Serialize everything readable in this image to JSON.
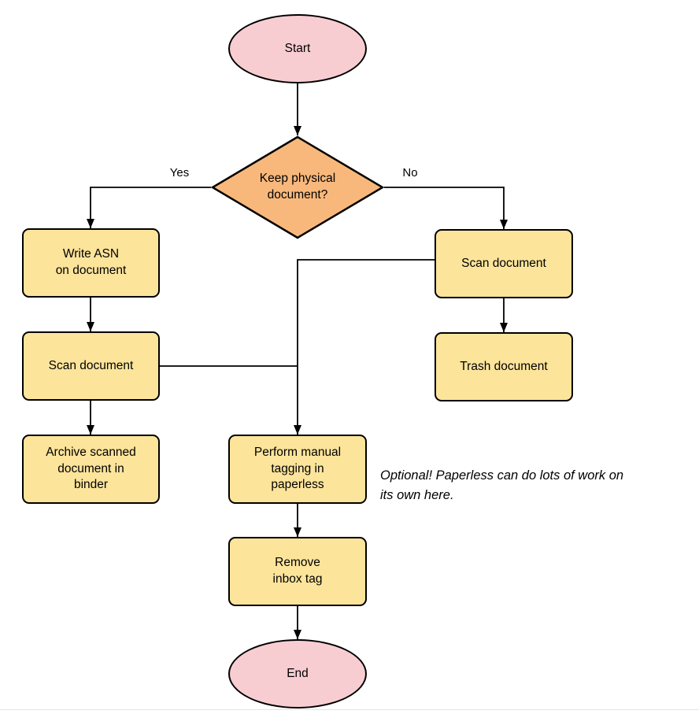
{
  "flowchart": {
    "colors": {
      "terminal_fill": "#F8CDD2",
      "decision_fill": "#F8B87C",
      "process_fill": "#FCE49B",
      "stroke": "#000000",
      "edge": "#000000"
    },
    "nodes": {
      "start": {
        "type": "terminal",
        "label": "Start"
      },
      "keep_physical": {
        "type": "decision",
        "label": "Keep physical\ndocument?"
      },
      "write_asn": {
        "type": "process",
        "label": "Write ASN\non document"
      },
      "scan_document_left": {
        "type": "process",
        "label": "Scan document"
      },
      "archive_scanned": {
        "type": "process",
        "label": "Archive scanned\ndocument in\nbinder"
      },
      "scan_document_right": {
        "type": "process",
        "label": "Scan document"
      },
      "trash_document": {
        "type": "process",
        "label": "Trash document"
      },
      "manual_tagging": {
        "type": "process",
        "label": "Perform manual\ntagging in\npaperless"
      },
      "remove_inbox_tag": {
        "type": "process",
        "label": "Remove\ninbox tag"
      },
      "end": {
        "type": "terminal",
        "label": "End"
      }
    },
    "edge_labels": {
      "yes": "Yes",
      "no": "No"
    },
    "annotation": "Optional! Paperless can do lots of work on\nits own here."
  }
}
